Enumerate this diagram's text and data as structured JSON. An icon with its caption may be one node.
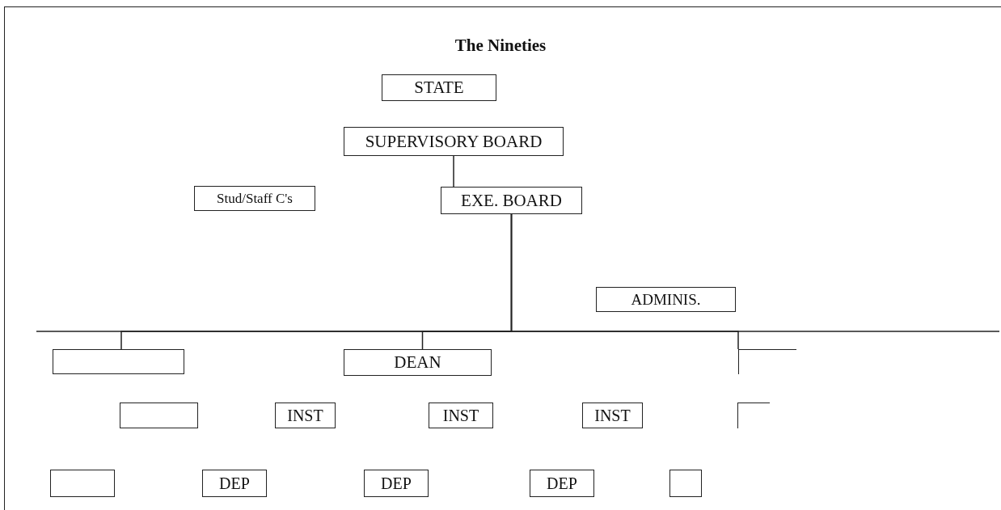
{
  "diagram": {
    "title": "The Nineties",
    "nodes": [
      {
        "text": [
          "STATE"
        ]
      },
      {
        "text": [
          "SUPERVISORY BOARD"
        ]
      },
      {
        "text": [
          "Stud/Staff C's"
        ]
      },
      {
        "text": [
          "EXE. BOARD"
        ]
      },
      {
        "text": [
          "ADMINIS."
        ]
      },
      {
        "text": [],
        "shape": "box"
      },
      {
        "text": [
          "DEAN"
        ]
      },
      {
        "text": [],
        "shape": "box"
      },
      {
        "text": [],
        "shape": "box"
      },
      {
        "text": [
          "INST"
        ]
      },
      {
        "text": [
          "INST"
        ]
      },
      {
        "text": [
          "INST"
        ]
      },
      {
        "text": [],
        "shape": "box"
      },
      {
        "text": [],
        "shape": "box"
      },
      {
        "text": [
          "DEP"
        ]
      },
      {
        "text": [
          "DEP"
        ]
      },
      {
        "text": [
          "DEP"
        ]
      },
      {
        "text": [],
        "shape": "box"
      }
    ],
    "edges": [
      {
        "from": 1,
        "to": 3,
        "arrow": "none"
      },
      {
        "from": 3,
        "to": 5,
        "arrow": "none"
      },
      {
        "from": 3,
        "to": 6,
        "arrow": "none"
      },
      {
        "from": 3,
        "to": 7,
        "arrow": "none"
      }
    ]
  }
}
